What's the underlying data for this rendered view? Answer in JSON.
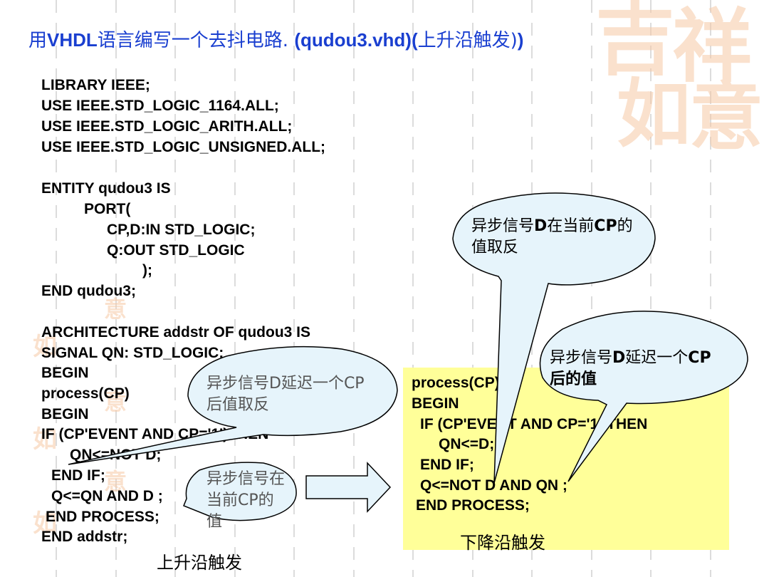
{
  "title": {
    "prefix": "用",
    "vhdl": "VHDL",
    "middle": "语言编写一个去抖电路. ",
    "filename": "(qudou3.vhd)(",
    "suffix": "上升沿触发)"
  },
  "watermark": {
    "chars": [
      "吉",
      "祥",
      "如",
      "意"
    ]
  },
  "code_left": [
    "LIBRARY IEEE;",
    "USE IEEE.STD_LOGIC_1164.ALL;",
    "USE IEEE.STD_LOGIC_ARITH.ALL;",
    "USE IEEE.STD_LOGIC_UNSIGNED.ALL;",
    "ENTITY qudou3 IS",
    "PORT(",
    "CP,D:IN STD_LOGIC;",
    "Q:OUT STD_LOGIC",
    ");",
    "END qudou3;",
    "ARCHITECTURE addstr OF qudou3 IS",
    "SIGNAL QN: STD_LOGIC;",
    "BEGIN",
    "process(CP)",
    "BEGIN",
    "IF (CP'EVENT AND CP='1')THEN",
    "QN<=NOT D;",
    "END IF;",
    "Q<=QN AND  D ;",
    "END PROCESS;",
    "END addstr;"
  ],
  "code_right": [
    "process(CP)",
    "BEGIN",
    "IF (CP'EVENT AND CP='1')THEN",
    "QN<=D;",
    "END IF;",
    "Q<=NOT D AND QN ;",
    "END PROCESS;"
  ],
  "callouts": {
    "top_right": {
      "line1_a": "异步信号",
      "line1_b": "D",
      "line1_c": "在当前",
      "line1_d": "CP",
      "line1_e": "的",
      "line2": "值取反"
    },
    "mid_right": {
      "line1_a": "异步信号",
      "line1_b": "D",
      "line1_c": "延迟一个",
      "line1_d": "CP",
      "line2": "后的值"
    },
    "mid_left": {
      "line1": "异步信号D延迟一个CP",
      "line2": "后值取反"
    },
    "low_left": {
      "line1": "异步信号在",
      "line2": "当前CP的",
      "line3": "值"
    }
  },
  "captions": {
    "rising": "上升沿触发",
    "falling": "下降沿触发"
  }
}
